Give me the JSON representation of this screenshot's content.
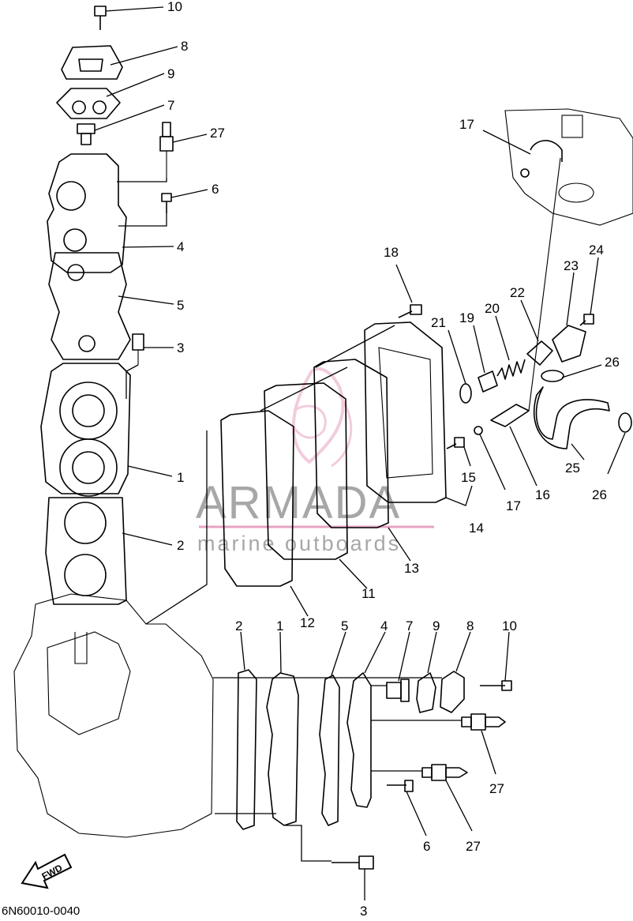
{
  "diagram": {
    "code": "6N60010-0040",
    "fwd_label": "FWD",
    "watermark": {
      "brand": "ARMADA",
      "tagline": "marine outboards",
      "color": "#e7a3c3"
    },
    "callouts": [
      {
        "id": "c10a",
        "text": "10"
      },
      {
        "id": "c8a",
        "text": "8"
      },
      {
        "id": "c9a",
        "text": "9"
      },
      {
        "id": "c7a",
        "text": "7"
      },
      {
        "id": "c27a",
        "text": "27"
      },
      {
        "id": "c6a",
        "text": "6"
      },
      {
        "id": "c4a",
        "text": "4"
      },
      {
        "id": "c5a",
        "text": "5"
      },
      {
        "id": "c3a",
        "text": "3"
      },
      {
        "id": "c1a",
        "text": "1"
      },
      {
        "id": "c2a",
        "text": "2"
      },
      {
        "id": "c17a",
        "text": "17"
      },
      {
        "id": "c18",
        "text": "18"
      },
      {
        "id": "c21",
        "text": "21"
      },
      {
        "id": "c19",
        "text": "19"
      },
      {
        "id": "c20",
        "text": "20"
      },
      {
        "id": "c22",
        "text": "22"
      },
      {
        "id": "c23",
        "text": "23"
      },
      {
        "id": "c24",
        "text": "24"
      },
      {
        "id": "c26a",
        "text": "26"
      },
      {
        "id": "c25",
        "text": "25"
      },
      {
        "id": "c26b",
        "text": "26"
      },
      {
        "id": "c15",
        "text": "15"
      },
      {
        "id": "c17b",
        "text": "17"
      },
      {
        "id": "c16",
        "text": "16"
      },
      {
        "id": "c14",
        "text": "14"
      },
      {
        "id": "c13",
        "text": "13"
      },
      {
        "id": "c11",
        "text": "11"
      },
      {
        "id": "c12",
        "text": "12"
      },
      {
        "id": "c2b",
        "text": "2"
      },
      {
        "id": "c1b",
        "text": "1"
      },
      {
        "id": "c5b",
        "text": "5"
      },
      {
        "id": "c4b",
        "text": "4"
      },
      {
        "id": "c7b",
        "text": "7"
      },
      {
        "id": "c9b",
        "text": "9"
      },
      {
        "id": "c8b",
        "text": "8"
      },
      {
        "id": "c10b",
        "text": "10"
      },
      {
        "id": "c27b",
        "text": "27"
      },
      {
        "id": "c6b",
        "text": "6"
      },
      {
        "id": "c27c",
        "text": "27"
      },
      {
        "id": "c3b",
        "text": "3"
      }
    ]
  }
}
